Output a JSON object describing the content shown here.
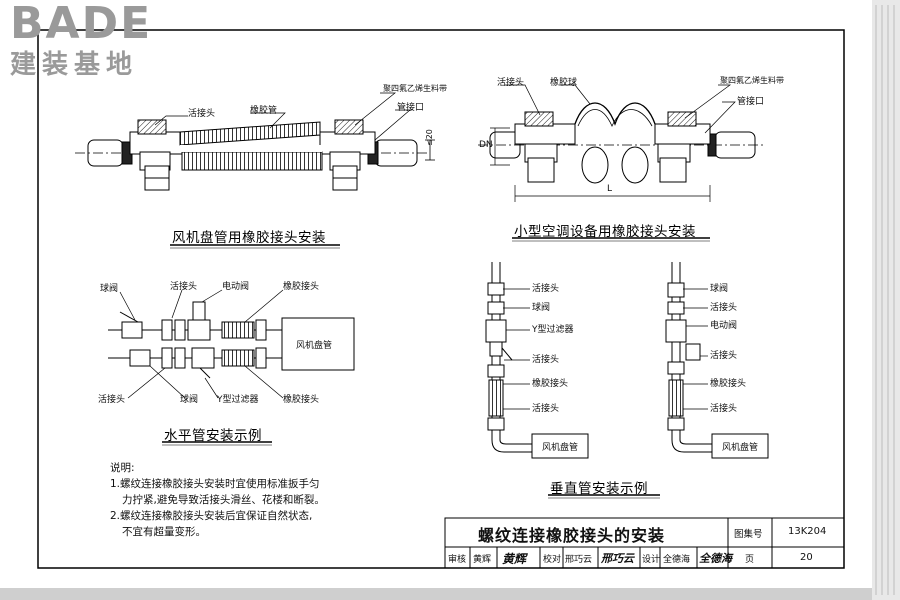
{
  "logo": {
    "brand": "BADE",
    "subtitle": "建装基地"
  },
  "diagrams": {
    "fan_coil": {
      "caption": "风机盘管用橡胶接头安装",
      "labels": {
        "union": "活接头",
        "rubber_pipe": "橡胶管",
        "ptfe_tape": "聚四氟乙烯生料带",
        "pipe_thread": "管接口",
        "dim": "≤20"
      }
    },
    "small_ac": {
      "caption": "小型空调设备用橡胶接头安装",
      "labels": {
        "union": "活接头",
        "rubber_ball": "橡胶球",
        "ptfe_tape": "聚四氟乙烯生料带",
        "pipe_thread": "管接口",
        "dn": "DN",
        "length": "L"
      }
    },
    "horizontal": {
      "caption": "水平管安装示例",
      "labels": {
        "ball_valve_top": "球阀",
        "union_top": "活接头",
        "motor_valve": "电动阀",
        "rubber_joint_top": "橡胶接头",
        "fan_coil": "风机盘管",
        "union_bottom": "活接头",
        "ball_valve_bottom": "球阀",
        "y_filter": "Y型过滤器",
        "rubber_joint_bottom": "橡胶接头"
      }
    },
    "vertical": {
      "caption": "垂直管安装示例",
      "left_labels": [
        "活接头",
        "球阀",
        "Y型过滤器",
        "活接头",
        "橡胶接头",
        "活接头"
      ],
      "left_box": "风机盘管",
      "right_labels": [
        "球阀",
        "活接头",
        "电动阀",
        "活接头",
        "橡胶接头",
        "活接头"
      ],
      "right_box": "风机盘管"
    }
  },
  "notes": {
    "title": "说明:",
    "items": [
      "1.螺纹连接橡胶接头安装时宜使用标准扳手匀",
      "力拧紧,避免导致活接头滑丝、花楼和断裂。",
      "2.螺纹连接橡胶接头安装后宜保证自然状态,",
      "不宜有超量变形。"
    ]
  },
  "title_block": {
    "title": "螺纹连接橡胶接头的安装",
    "atlas_label": "图集号",
    "atlas_no": "13K204",
    "review_label": "审核",
    "reviewer": "黄辉",
    "reviewer_sig": "黄辉",
    "check_label": "校对",
    "checker": "邢巧云",
    "checker_sig": "邢巧云",
    "design_label": "设计",
    "designer": "全德海",
    "designer_sig": "全德海",
    "page_label": "页",
    "page_no": "20"
  },
  "colors": {
    "paper": "#ffffff",
    "frame": "#000000",
    "background": "#6b6b6b",
    "logo": "#9a9a9a"
  }
}
